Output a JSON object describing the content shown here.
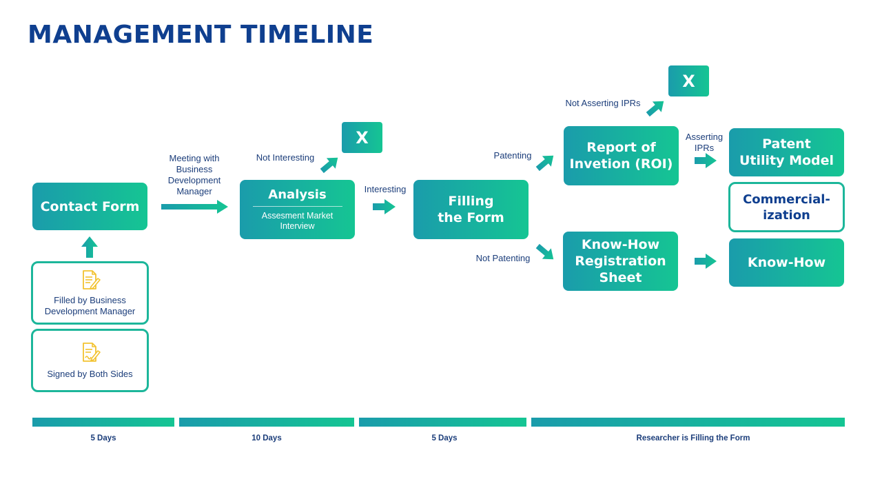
{
  "title": "MANAGEMENT TIMELINE",
  "nodes": {
    "contact_form": "Contact Form",
    "filled_by": "Filled by Business Development Manager",
    "signed_by": "Signed by Both Sides",
    "analysis": "Analysis",
    "analysis_sub": "Assesment Market Interview",
    "x1": "X",
    "filling_form_1": "Filling",
    "filling_form_2": "the Form",
    "roi_1": "Report of",
    "roi_2": "Invetion (ROI)",
    "x2": "X",
    "knowhow_sheet_1": "Know-How",
    "knowhow_sheet_2": "Registration",
    "knowhow_sheet_3": "Sheet",
    "patent_1": "Patent",
    "patent_2": "Utility Model",
    "commercial_1": "Commercial-",
    "commercial_2": "ization",
    "knowhow": "Know-How"
  },
  "labels": {
    "meeting_1": "Meeting with",
    "meeting_2": "Business",
    "meeting_3": "Development",
    "meeting_4": "Manager",
    "not_interesting": "Not Interesting",
    "interesting": "Interesting",
    "patenting": "Patenting",
    "not_patenting": "Not Patenting",
    "not_asserting": "Not Asserting IPRs",
    "asserting_1": "Asserting",
    "asserting_2": "IPRs"
  },
  "timeline": [
    {
      "label": "5 Days"
    },
    {
      "label": "10 Days"
    },
    {
      "label": "5 Days"
    },
    {
      "label": "Researcher is Filling the Form"
    }
  ],
  "colors": {
    "gradient_start": "#1a9cab",
    "gradient_end": "#15c593",
    "title": "#0f3f8f",
    "text": "#1b3d7a",
    "document_icon": "#f2c230"
  },
  "icons": [
    "document-pen-icon",
    "document-signature-icon"
  ]
}
